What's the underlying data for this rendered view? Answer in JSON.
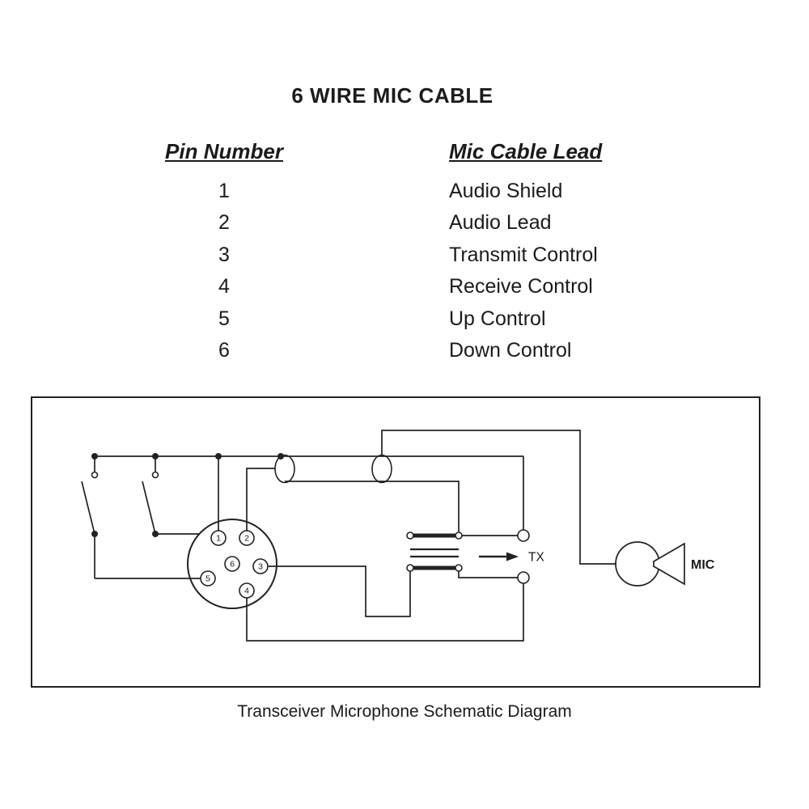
{
  "title": "6 WIRE MIC CABLE",
  "table": {
    "headers": {
      "pin": "Pin Number",
      "lead": "Mic Cable Lead"
    },
    "rows": [
      {
        "pin": "1",
        "lead": "Audio Shield"
      },
      {
        "pin": "2",
        "lead": "Audio Lead"
      },
      {
        "pin": "3",
        "lead": "Transmit Control"
      },
      {
        "pin": "4",
        "lead": "Receive Control"
      },
      {
        "pin": "5",
        "lead": "Up Control"
      },
      {
        "pin": "6",
        "lead": "Down Control"
      }
    ]
  },
  "schematic": {
    "caption": "Transceiver Microphone Schematic Diagram",
    "labels": {
      "tx": "TX",
      "mic": "MIC"
    },
    "connector_pins": [
      "1",
      "2",
      "3",
      "4",
      "5",
      "6"
    ],
    "line_color": "#222222"
  }
}
